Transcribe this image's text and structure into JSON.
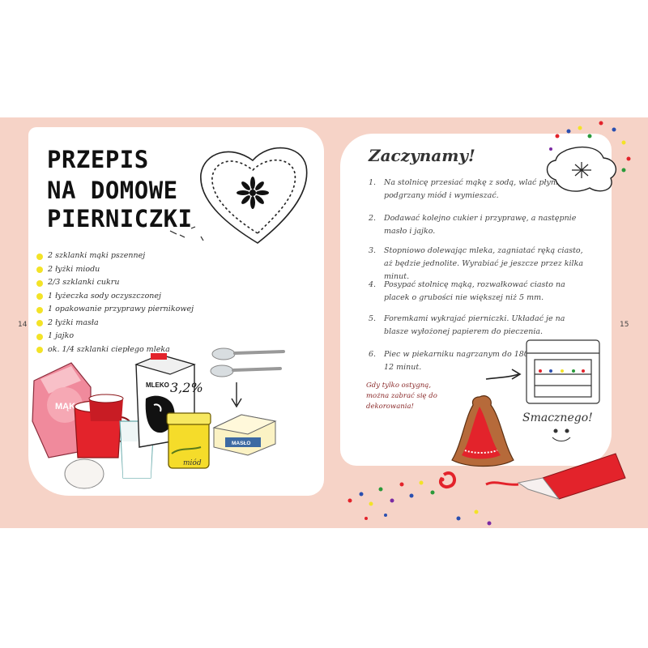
{
  "left_page": {
    "title_lines": [
      "PRZEPIS",
      "NA DOMOWE",
      "PIERNICZKI"
    ],
    "page_number": "14",
    "ingredients": [
      "2 szklanki mąki pszennej",
      "2 łyżki miodu",
      "2/3 szklanki cukru",
      "1 łyżeczka sody oczyszczonej",
      "1 opakowanie przyprawy piernikowej",
      "2 łyżki masła",
      "1 jajko",
      "ok. 1/4 szklanki ciepłego mleka"
    ],
    "labels": {
      "flour": "MĄKA",
      "milk": "MLEKO",
      "milk_percent": "3,2%",
      "honey": "miód",
      "butter": "MASŁO"
    }
  },
  "right_page": {
    "heading": "Zaczynamy!",
    "page_number": "15",
    "steps": [
      {
        "num": "1.",
        "text": "Na stolnicę przesiać mąkę z sodą, wlać płynny podgrzany miód i wymieszać."
      },
      {
        "num": "2.",
        "text": "Dodawać kolejno cukier i przyprawę, a następnie masło i jajko."
      },
      {
        "num": "3.",
        "text": "Stopniowo dolewając mleka, zagniatać ręką ciasto, aż będzie jednolite. Wyrabiać je jeszcze przez kilka minut."
      },
      {
        "num": "4.",
        "text": "Posypać stolnicę mąką, rozwałkować ciasto na placek o grubości nie większej niż 5 mm."
      },
      {
        "num": "5.",
        "text": "Foremkami wykrajać pierniczki. Układać je na blasze wyłożonej papierem do pieczenia."
      },
      {
        "num": "6.",
        "text": "Piec w piekarniku nagrzanym do 180°C przez 10–12 minut."
      }
    ],
    "note": "Gdy tylko ostygną, można zabrać się do dekorowania!",
    "closing": "Smacznego!"
  },
  "colors": {
    "page_bg": "#f6d3c7",
    "bullet": "#f3e327",
    "red": "#e3232b",
    "ink": "#222222"
  }
}
